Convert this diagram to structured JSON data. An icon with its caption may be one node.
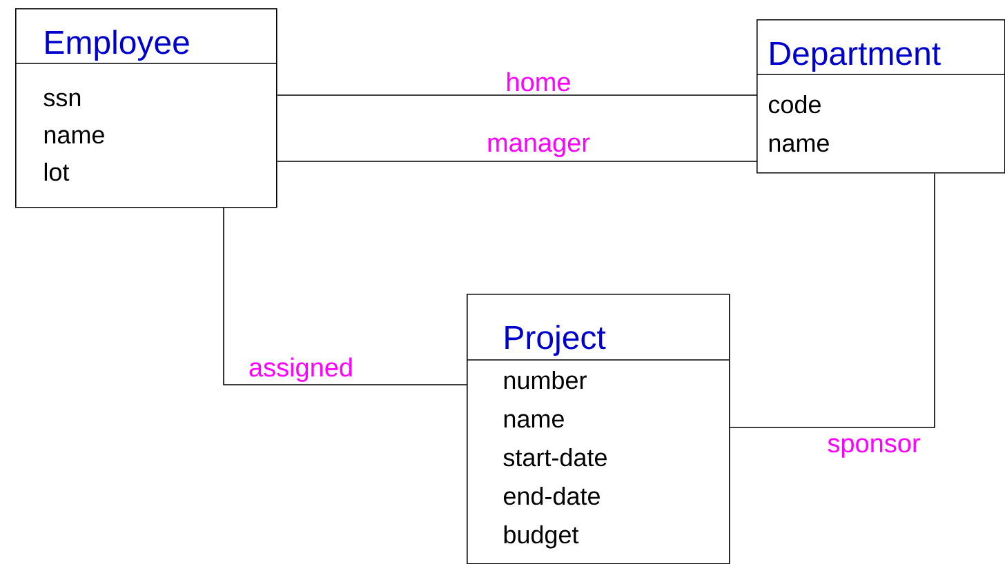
{
  "diagram": {
    "nodes": [
      {
        "text": [
          "Employee",
          "ssn",
          "name",
          "lot"
        ]
      },
      {
        "text": [
          "Department",
          "code",
          "name"
        ]
      },
      {
        "text": [
          "Project",
          "number",
          "name",
          "start-date",
          "end-date",
          "budget"
        ]
      }
    ],
    "edges": [
      {
        "from": 0,
        "to": 1,
        "arrow": "none",
        "label": "home"
      },
      {
        "from": 0,
        "to": 1,
        "arrow": "none",
        "label": "manager"
      },
      {
        "from": 0,
        "to": 2,
        "arrow": "none",
        "label": "assigned"
      },
      {
        "from": 2,
        "to": 1,
        "arrow": "none",
        "label": "sponsor"
      }
    ]
  }
}
